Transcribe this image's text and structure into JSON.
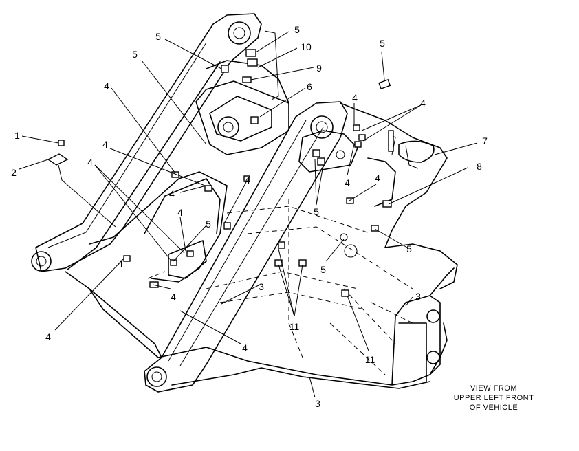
{
  "view_note": {
    "lines": [
      "VIEW FROM",
      "UPPER LEFT FRONT",
      "OF VEHICLE"
    ]
  },
  "callouts": [
    {
      "id": "c1",
      "label": "1"
    },
    {
      "id": "c2",
      "label": "2"
    },
    {
      "id": "c3a",
      "label": "3"
    },
    {
      "id": "c3b",
      "label": "3"
    },
    {
      "id": "c3c",
      "label": "3"
    },
    {
      "id": "c4a",
      "label": "4"
    },
    {
      "id": "c4b",
      "label": "4"
    },
    {
      "id": "c4c",
      "label": "4"
    },
    {
      "id": "c4d",
      "label": "4"
    },
    {
      "id": "c4e",
      "label": "4"
    },
    {
      "id": "c4f",
      "label": "4"
    },
    {
      "id": "c4g",
      "label": "4"
    },
    {
      "id": "c4h",
      "label": "4"
    },
    {
      "id": "c4i",
      "label": "4"
    },
    {
      "id": "c4j",
      "label": "4"
    },
    {
      "id": "c4k",
      "label": "4"
    },
    {
      "id": "c4l",
      "label": "4"
    },
    {
      "id": "c4m",
      "label": "4"
    },
    {
      "id": "c4n",
      "label": "4"
    },
    {
      "id": "c5a",
      "label": "5"
    },
    {
      "id": "c5b",
      "label": "5"
    },
    {
      "id": "c5c",
      "label": "5"
    },
    {
      "id": "c5d",
      "label": "5"
    },
    {
      "id": "c5e",
      "label": "5"
    },
    {
      "id": "c5f",
      "label": "5"
    },
    {
      "id": "c5g",
      "label": "5"
    },
    {
      "id": "c5h",
      "label": "5"
    },
    {
      "id": "c6",
      "label": "6"
    },
    {
      "id": "c7",
      "label": "7"
    },
    {
      "id": "c8",
      "label": "8"
    },
    {
      "id": "c9",
      "label": "9"
    },
    {
      "id": "c10",
      "label": "10"
    },
    {
      "id": "c11a",
      "label": "11"
    },
    {
      "id": "c11b",
      "label": "11"
    }
  ]
}
